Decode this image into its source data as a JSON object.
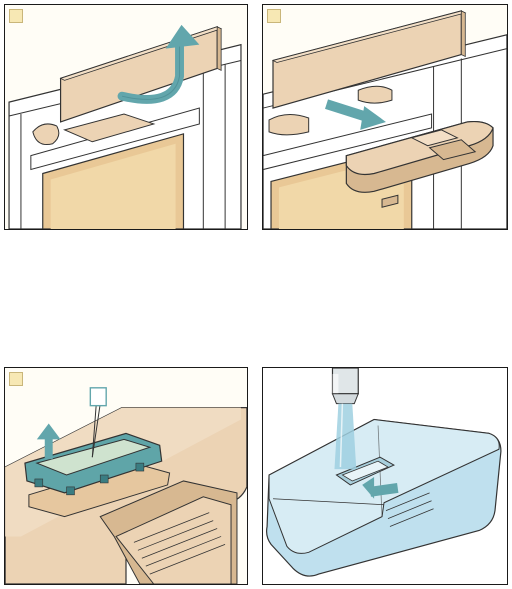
{
  "panels": [
    {
      "id": "p1",
      "accent": "#62a6ac"
    },
    {
      "id": "p2",
      "accent": "#62a6ac"
    },
    {
      "id": "p3",
      "accent": "#62a6ac"
    },
    {
      "id": "p4",
      "accent": "#62a6ac"
    }
  ],
  "colors": {
    "panel_tan": "#ecd3b4",
    "panel_tan_dark": "#d7b891",
    "oven_glass": "#e9c896",
    "arrow_teal": "#62a6ac",
    "water_blue": "#bfe0ee",
    "filter_teal": "#5fa5a8"
  }
}
